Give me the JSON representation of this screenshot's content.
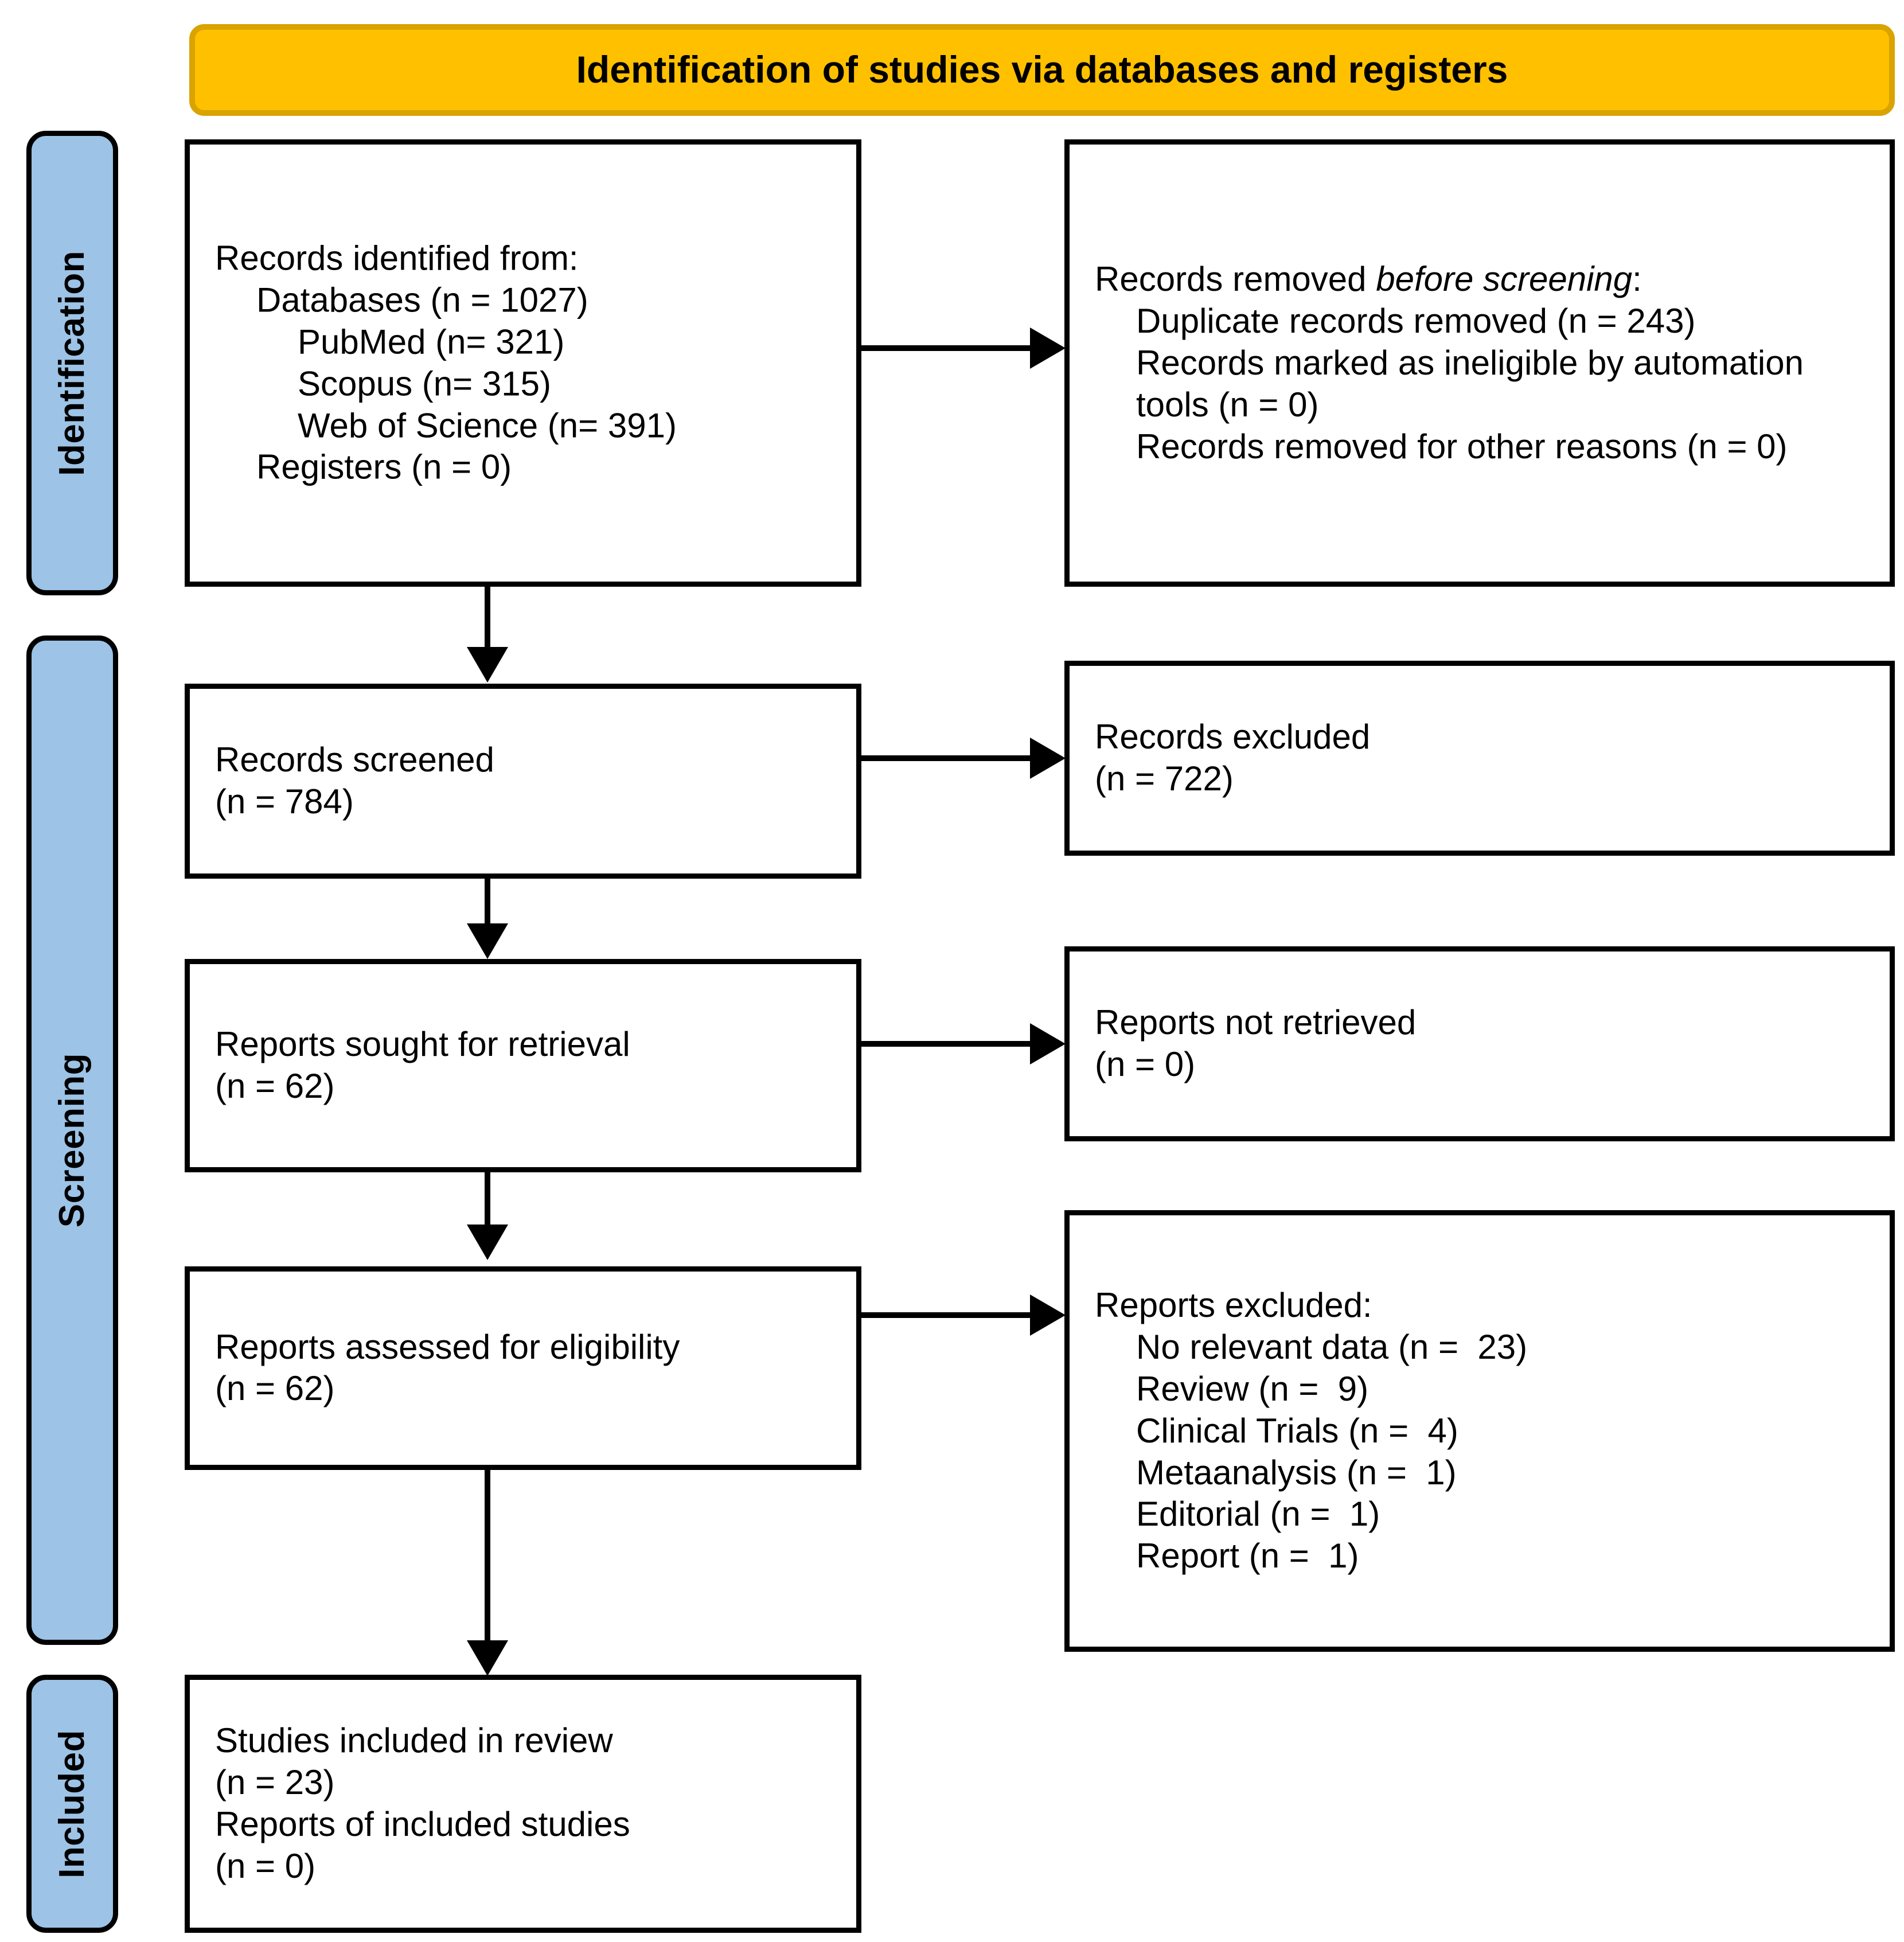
{
  "header": {
    "title": "Identification of studies via databases and registers",
    "fill_color": "#FFC000",
    "border_color": "#D9A300"
  },
  "stages": {
    "fill_color": "#9DC3E6",
    "items": [
      {
        "label": "Identification"
      },
      {
        "label": "Screening"
      },
      {
        "label": "Included"
      }
    ]
  },
  "boxes": {
    "identified": {
      "lines": [
        "Records identified from:",
        "Databases (n = 1027)",
        "PubMed (n= 321)",
        "Scopus (n= 315)",
        "Web of Science (n= 391)",
        "Registers (n = 0)"
      ]
    },
    "removed_before_screening": {
      "heading_prefix": "Records removed ",
      "heading_italic": "before screening",
      "heading_suffix": ":",
      "lines": [
        "Duplicate records removed (n = 243)",
        "Records marked as ineligible by automation tools (n = 0)",
        "Records removed for other reasons (n = 0)"
      ]
    },
    "records_screened": {
      "lines": [
        "Records screened",
        "(n = 784)"
      ]
    },
    "records_excluded": {
      "lines": [
        "Records excluded",
        "(n = 722)"
      ]
    },
    "reports_sought": {
      "lines": [
        "Reports sought for retrieval",
        "(n = 62)"
      ]
    },
    "reports_not_retrieved": {
      "lines": [
        "Reports not retrieved",
        "(n = 0)"
      ]
    },
    "reports_assessed": {
      "lines": [
        "Reports assessed for eligibility",
        "(n = 62)"
      ]
    },
    "reports_excluded": {
      "heading": "Reports excluded:",
      "lines": [
        "No relevant data (n =  23)",
        "Review (n =  9)",
        "Clinical Trials (n =  4)",
        "Metaanalysis (n =  1)",
        "Editorial (n =  1)",
        "Report (n =  1)"
      ]
    },
    "studies_included": {
      "lines": [
        "Studies included in review",
        "(n = 23)",
        "Reports of included studies",
        "(n = 0)"
      ]
    }
  },
  "chart_data": {
    "type": "table",
    "title": "Identification of studies via databases and registers",
    "nodes": [
      {
        "id": "identified",
        "stage": "Identification",
        "label": "Records identified from",
        "n": 1027,
        "breakdown": [
          {
            "label": "Databases",
            "n": 1027
          },
          {
            "label": "PubMed",
            "n": 321
          },
          {
            "label": "Scopus",
            "n": 315
          },
          {
            "label": "Web of Science",
            "n": 391
          },
          {
            "label": "Registers",
            "n": 0
          }
        ]
      },
      {
        "id": "removed_before_screening",
        "stage": "Identification",
        "label": "Records removed before screening",
        "breakdown": [
          {
            "label": "Duplicate records removed",
            "n": 243
          },
          {
            "label": "Records marked as ineligible by automation tools",
            "n": 0
          },
          {
            "label": "Records removed for other reasons",
            "n": 0
          }
        ]
      },
      {
        "id": "records_screened",
        "stage": "Screening",
        "label": "Records screened",
        "n": 784
      },
      {
        "id": "records_excluded",
        "stage": "Screening",
        "label": "Records excluded",
        "n": 722
      },
      {
        "id": "reports_sought",
        "stage": "Screening",
        "label": "Reports sought for retrieval",
        "n": 62
      },
      {
        "id": "reports_not_retrieved",
        "stage": "Screening",
        "label": "Reports not retrieved",
        "n": 0
      },
      {
        "id": "reports_assessed",
        "stage": "Screening",
        "label": "Reports assessed for eligibility",
        "n": 62
      },
      {
        "id": "reports_excluded",
        "stage": "Screening",
        "label": "Reports excluded",
        "breakdown": [
          {
            "label": "No relevant data",
            "n": 23
          },
          {
            "label": "Review",
            "n": 9
          },
          {
            "label": "Clinical Trials",
            "n": 4
          },
          {
            "label": "Metaanalysis",
            "n": 1
          },
          {
            "label": "Editorial",
            "n": 1
          },
          {
            "label": "Report",
            "n": 1
          }
        ]
      },
      {
        "id": "studies_included",
        "stage": "Included",
        "label": "Studies included in review",
        "n": 23,
        "breakdown": [
          {
            "label": "Reports of included studies",
            "n": 0
          }
        ]
      }
    ],
    "edges": [
      {
        "from": "identified",
        "to": "removed_before_screening",
        "direction": "right"
      },
      {
        "from": "identified",
        "to": "records_screened",
        "direction": "down"
      },
      {
        "from": "records_screened",
        "to": "records_excluded",
        "direction": "right"
      },
      {
        "from": "records_screened",
        "to": "reports_sought",
        "direction": "down"
      },
      {
        "from": "reports_sought",
        "to": "reports_not_retrieved",
        "direction": "right"
      },
      {
        "from": "reports_sought",
        "to": "reports_assessed",
        "direction": "down"
      },
      {
        "from": "reports_assessed",
        "to": "reports_excluded",
        "direction": "right"
      },
      {
        "from": "reports_assessed",
        "to": "studies_included",
        "direction": "down"
      }
    ]
  }
}
